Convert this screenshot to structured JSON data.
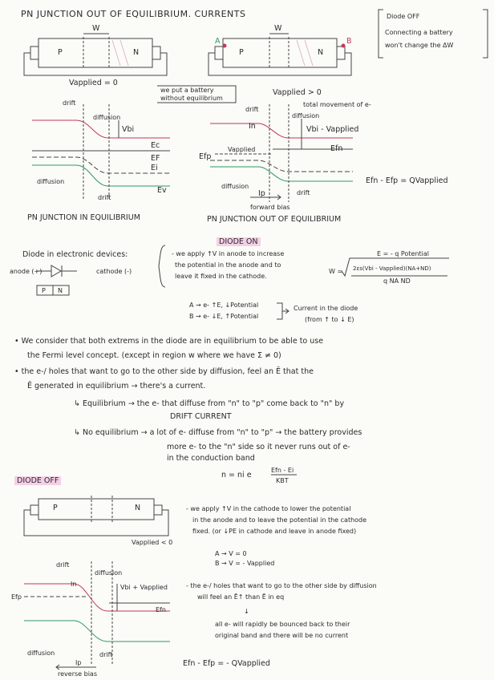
{
  "page": {
    "title": "PN JUNCTION OUT OF EQUILIBRIUM. CURRENTS",
    "corner_note": [
      "Diode OFF",
      "Connecting a battery",
      "won't change the ΔW"
    ]
  },
  "fig1": {
    "w": "W",
    "p": "P",
    "n": "N",
    "caption": "Vapplied = 0",
    "drift": "drift",
    "diffusion": "diffusion",
    "vbi": "Vbi",
    "ec": "Ec",
    "ef": "EF",
    "ei": "Ei",
    "ev": "Ev",
    "drift2": "drift",
    "diffusion2": "diffusion",
    "title": "PN JUNCTION IN EQUILIBRIUM"
  },
  "fig2": {
    "w": "W",
    "a": "A",
    "b": "B",
    "p": "P",
    "n": "N",
    "note": [
      "we put a battery",
      "without equilibrium"
    ],
    "caption": "Vapplied > 0",
    "total": "total movement of e-",
    "drift": "drift",
    "diffusion": "diffusion",
    "in": "In",
    "vbi": "Vbi - Vapplied",
    "efn": "Efn",
    "efp": "Efp",
    "vapplied": "Vapplied",
    "ip": "Ip",
    "drift2": "drift",
    "diffusion2": "diffusion",
    "forward": "forward bias",
    "title": "PN JUNCTION OUT OF EQUILIBRIUM",
    "equation": "Efn - Efp = QVapplied"
  },
  "devices": {
    "heading": "Diode in electronic devices:",
    "anode": "anode (+)",
    "cathode": "cathode (-)",
    "p": "P",
    "n": "N"
  },
  "diode_on": {
    "heading": "DIODE ON",
    "text": [
      "- we apply ↑V in anode to increase",
      "the potential in the anode and to",
      "leave it fixed in the cathode."
    ],
    "e_eq": "E = - q Potential",
    "w_eq_left": "W =",
    "w_eq_num": "2εs(Vbi - Vapplied)(NA+ND)",
    "w_eq_den": "q NA ND",
    "a_line": "A → e- ↑E, ↓Potential",
    "b_line": "B → e- ↓E, ↑Potential",
    "current": "Current in the diode",
    "current2": "(from ↑ to ↓ E)"
  },
  "bullets": [
    "• We consider that both extrems in the diode are in equilibrium to be able to use",
    "the Fermi level concept. (except in region w where we have Σ ≠ 0)",
    "• the e-/ holes that want to go to the other side by diffusion, feel an Ē that the",
    "Ē generated in equilibrium → there's a current.",
    "↳ Equilibrium → the e- that diffuse from \"n\" to \"p\" come back to \"n\" by",
    "DRIFT CURRENT",
    "↳ No equilibrium → a lot of e- diffuse from \"n\" to \"p\" → the battery provides",
    "more e- to the \"n\" side so it never runs out of e-",
    "in the conduction band"
  ],
  "n_equation": {
    "left": "n = ni e",
    "num": "Efn - Ei",
    "den": "KBT"
  },
  "diode_off": {
    "heading": "DIODE OFF",
    "p": "P",
    "n": "N",
    "caption": "Vapplied < 0",
    "drift": "drift",
    "diffusion": "diffusion",
    "vbi": "Vbi + Vapplied",
    "in": "In",
    "efn": "Efn",
    "efp": "Efp",
    "diffusion2": "diffusion",
    "drift2": "drift",
    "ip": "Ip",
    "reverse": "reverse bias",
    "text": [
      "- we apply ↑V in the cathode to lower the potential",
      "in the anode and to leave the potential in the cathode",
      "fixed. (or ↓PE in cathode and leave in anode fixed)"
    ],
    "a_line": "A → V = 0",
    "b_line": "B → V = - Vapplied",
    "text2": [
      "- the e-/ holes that want to go to the other side by diffusion",
      "will feel an Ē↑ than Ē in eq"
    ],
    "arrow": "↓",
    "text3": [
      "all e- will rapidly be bounced back to their",
      "original band and there will be no current"
    ],
    "equation": "Efn - Efp = - QVapplied"
  }
}
